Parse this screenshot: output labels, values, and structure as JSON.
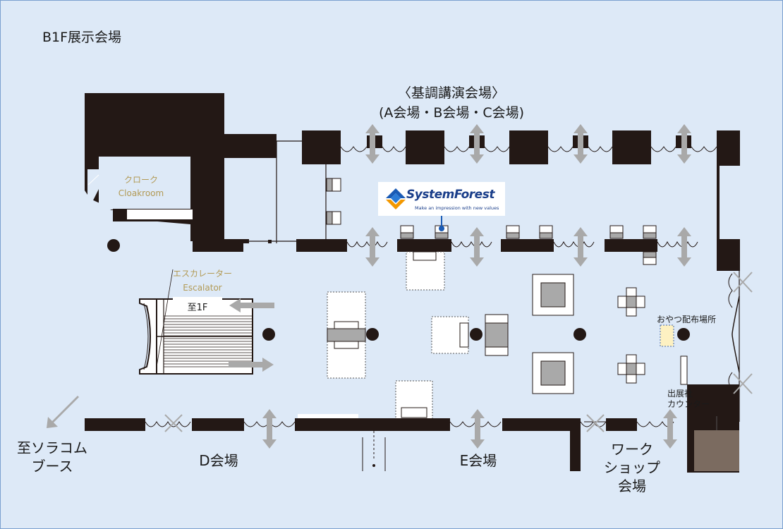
{
  "floor_title": "B1F展示会場",
  "keynote": {
    "line1": "〈基調講演会場〉",
    "line2": "(A会場・B会場・C会場)"
  },
  "cloakroom": {
    "ja": "クローク",
    "en": "Cloakroom"
  },
  "escalator": {
    "ja": "エスカレーター",
    "en": "Escalator",
    "sign": "至1F"
  },
  "sponsor": {
    "name": "SystemForest",
    "tagline": "Make an impression with new values"
  },
  "snack_area": "おやつ配布場所",
  "exhibitor_counter": {
    "line1": "出展社",
    "line2": "カウンター"
  },
  "halls": {
    "d": "D会場",
    "e": "E会場",
    "workshop": {
      "line1": "ワーク",
      "line2": "ショップ",
      "line3": "会場"
    },
    "solacom": {
      "line1": "至ソラコム",
      "line2": "ブース"
    }
  },
  "colors": {
    "background": "#dde9f7",
    "wall": "#231815",
    "arrow": "#a9a9a9",
    "label_gold": "#b29a55",
    "snack_marker": "#fdf1c2",
    "brand_blue": "#1a5bb5"
  }
}
